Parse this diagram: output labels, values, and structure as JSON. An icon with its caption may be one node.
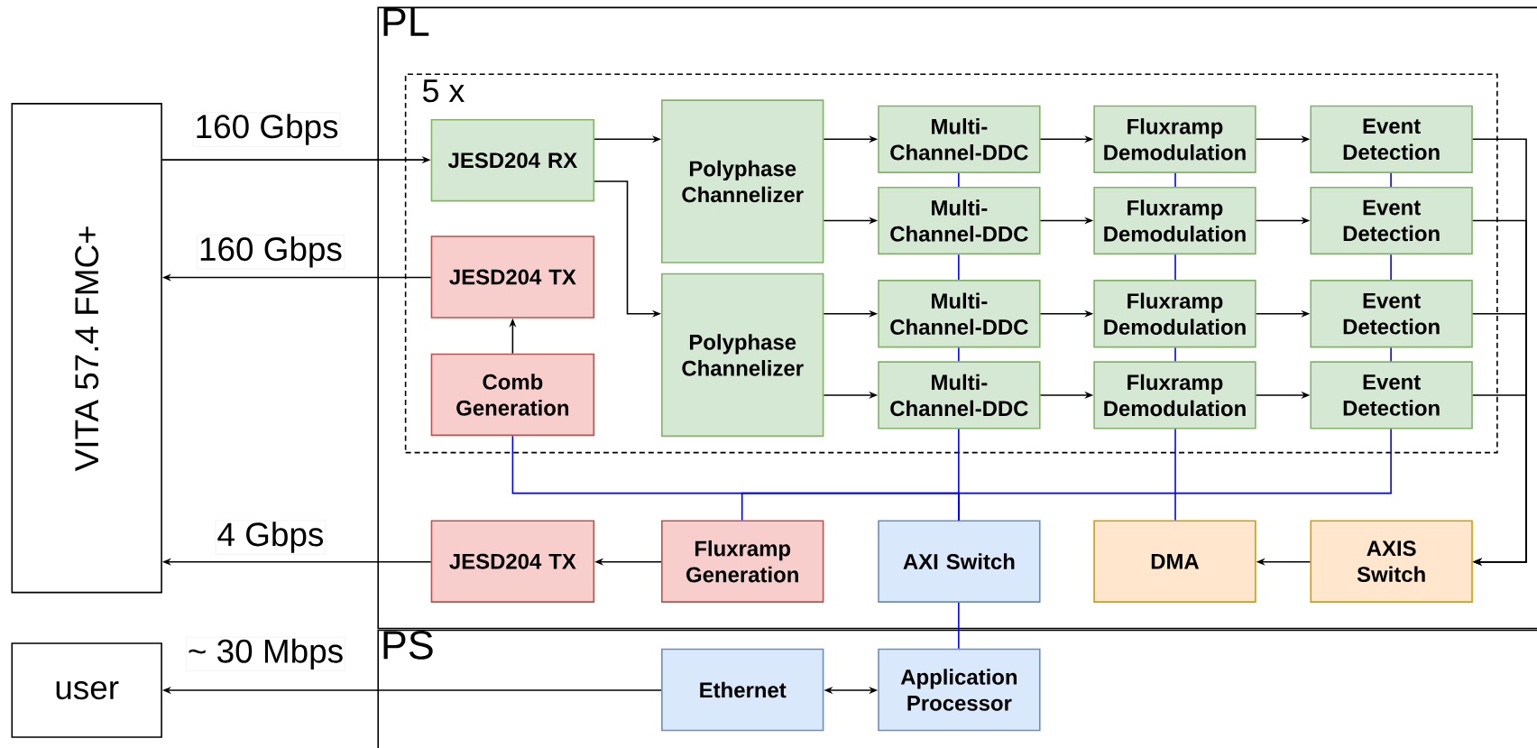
{
  "diagram": {
    "nodes": [
      {
        "text": [
          "PL"
        ]
      },
      {
        "text": [
          "5 x"
        ],
        "in": 0
      },
      {
        "text": [
          "JESD204 RX"
        ],
        "in": 1
      },
      {
        "text": [
          "JESD204 TX"
        ],
        "in": 1
      },
      {
        "text": [
          "Comb Generation"
        ],
        "in": 1
      },
      {
        "text": [
          "Polyphase Channelizer"
        ],
        "in": 1
      },
      {
        "text": [
          "Polyphase Channelizer"
        ],
        "in": 1
      },
      {
        "text": [
          "Multi-Channel-DDC"
        ],
        "in": 1
      },
      {
        "text": [
          "Multi-Channel-DDC"
        ],
        "in": 1
      },
      {
        "text": [
          "Multi-Channel-DDC"
        ],
        "in": 1
      },
      {
        "text": [
          "Multi-Channel-DDC"
        ],
        "in": 1
      },
      {
        "text": [
          "Fluxramp Demodulation"
        ],
        "in": 1
      },
      {
        "text": [
          "Fluxramp Demodulation"
        ],
        "in": 1
      },
      {
        "text": [
          "Fluxramp Demodulation"
        ],
        "in": 1
      },
      {
        "text": [
          "Fluxramp Demodulation"
        ],
        "in": 1
      },
      {
        "text": [
          "Event Detection"
        ],
        "in": 1
      },
      {
        "text": [
          "Event Detection"
        ],
        "in": 1
      },
      {
        "text": [
          "Event Detection"
        ],
        "in": 1
      },
      {
        "text": [
          "Event Detection"
        ],
        "in": 1
      },
      {
        "text": [
          "JESD204 TX"
        ],
        "in": 0
      },
      {
        "text": [
          "Fluxramp Generation"
        ],
        "in": 0
      },
      {
        "text": [
          "AXI Switch"
        ],
        "in": 0
      },
      {
        "text": [
          "DMA"
        ],
        "in": 0
      },
      {
        "text": [
          "AXIS Switch"
        ],
        "in": 0
      },
      {
        "text": [
          "PS"
        ]
      },
      {
        "text": [
          "Ethernet"
        ],
        "in": 24
      },
      {
        "text": [
          "Application Processor"
        ],
        "in": 24
      },
      {
        "text": [
          "VITA 57.4 FMC+"
        ]
      },
      {
        "text": [
          "user"
        ]
      }
    ],
    "edges": [
      {
        "from": 27,
        "to": 2,
        "arrow": "to",
        "label": "160 Gbps"
      },
      {
        "from": 3,
        "to": 27,
        "arrow": "to",
        "label": "160 Gbps"
      },
      {
        "from": 19,
        "to": 27,
        "arrow": "to",
        "label": "4 Gbps"
      },
      {
        "from": 25,
        "to": 28,
        "arrow": "to",
        "label": "~ 30 Mbps"
      },
      {
        "from": 2,
        "to": 5,
        "arrow": "to"
      },
      {
        "from": 2,
        "to": 6,
        "arrow": "to"
      },
      {
        "from": 5,
        "to": 7,
        "arrow": "to"
      },
      {
        "from": 5,
        "to": 8,
        "arrow": "to"
      },
      {
        "from": 6,
        "to": 9,
        "arrow": "to"
      },
      {
        "from": 6,
        "to": 10,
        "arrow": "to"
      },
      {
        "from": 7,
        "to": 11,
        "arrow": "to"
      },
      {
        "from": 8,
        "to": 12,
        "arrow": "to"
      },
      {
        "from": 9,
        "to": 13,
        "arrow": "to"
      },
      {
        "from": 10,
        "to": 14,
        "arrow": "to"
      },
      {
        "from": 11,
        "to": 15,
        "arrow": "to"
      },
      {
        "from": 12,
        "to": 16,
        "arrow": "to"
      },
      {
        "from": 13,
        "to": 17,
        "arrow": "to"
      },
      {
        "from": 14,
        "to": 18,
        "arrow": "to"
      },
      {
        "from": 4,
        "to": 3,
        "arrow": "to"
      },
      {
        "from": 15,
        "to": 23,
        "arrow": "to"
      },
      {
        "from": 16,
        "to": 23,
        "arrow": "to"
      },
      {
        "from": 17,
        "to": 23,
        "arrow": "to"
      },
      {
        "from": 18,
        "to": 23,
        "arrow": "to"
      },
      {
        "from": 23,
        "to": 22,
        "arrow": "to"
      },
      {
        "from": 20,
        "to": 19,
        "arrow": "to"
      },
      {
        "from": 25,
        "to": 26,
        "arrow": "both"
      },
      {
        "from": 21,
        "to": 26,
        "arrow": "none",
        "color": "#0000ff"
      },
      {
        "from": 7,
        "to": 8,
        "arrow": "none",
        "color": "#0000ff"
      },
      {
        "from": 8,
        "to": 9,
        "arrow": "none",
        "color": "#0000ff"
      },
      {
        "from": 9,
        "to": 10,
        "arrow": "none",
        "color": "#0000ff"
      },
      {
        "from": 10,
        "to": 21,
        "arrow": "none",
        "color": "#0000ff"
      },
      {
        "from": 11,
        "to": 12,
        "arrow": "none",
        "color": "#0000ff"
      },
      {
        "from": 12,
        "to": 13,
        "arrow": "none",
        "color": "#0000ff"
      },
      {
        "from": 13,
        "to": 14,
        "arrow": "none",
        "color": "#0000ff"
      },
      {
        "from": 14,
        "to": 22,
        "arrow": "none",
        "color": "#0000ff"
      },
      {
        "from": 15,
        "to": 16,
        "arrow": "none",
        "color": "#0000ff"
      },
      {
        "from": 16,
        "to": 17,
        "arrow": "none",
        "color": "#0000ff"
      },
      {
        "from": 17,
        "to": 18,
        "arrow": "none",
        "color": "#0000ff"
      },
      {
        "from": 4,
        "to": 21,
        "arrow": "none",
        "color": "#0000ff"
      },
      {
        "from": 18,
        "to": 21,
        "arrow": "none",
        "color": "#0000ff"
      },
      {
        "from": 20,
        "to": 21,
        "arrow": "none",
        "color": "#0000ff"
      }
    ]
  }
}
